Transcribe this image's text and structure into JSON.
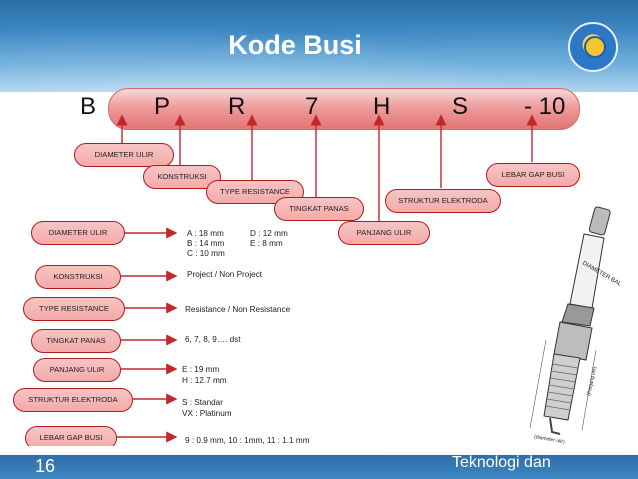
{
  "title": "Kode Busi",
  "code_letters": [
    "B",
    "P",
    "R",
    "7",
    "H",
    "S",
    "- 10"
  ],
  "callouts": {
    "diameter_ulir": "DIAMETER ULIR",
    "konstruksi": "KONSTRUKSI",
    "type_resistance": "TYPE RESISTANCE",
    "tingkat_panas": "TINGKAT PANAS",
    "panjang_ulir": "PANJANG ULIR",
    "struktur_elektroda": "STRUKTUR ELEKTRODA",
    "lebar_gap_busi": "LEBAR GAP BUSI"
  },
  "details": {
    "diameter_ulir": {
      "a": "A : 18 mm",
      "b": "B : 14 mm",
      "c": "C : 10 mm",
      "d": "D : 12 mm",
      "e": "E : 8 mm"
    },
    "konstruksi": "Project / Non Project",
    "type_resistance": "Resistance / Non Resistance",
    "tingkat_panas": "6, 7, 8, 9…. dst",
    "panjang_ulir": {
      "e": "E : 19 mm",
      "h": "H : 12.7 mm"
    },
    "struktur_elektroda": {
      "s": "S   : Standar",
      "vx": "VX : Platinum"
    },
    "lebar_gap_busi": "9 : 0.9 mm, 10 : 1mm, 11 : 1.1 mm"
  },
  "plug_labels": {
    "diameter_badan": "DIAMETER BADAN BUSI",
    "panjang_ulir": "(Panjang ulir)",
    "diameter_ulir": "(diameter ulir)"
  },
  "footer": {
    "page_number": "16",
    "text": "Teknologi dan"
  },
  "colors": {
    "header": "#3b87c2",
    "pill_fill": "#f4aaaa",
    "pill_border": "#b01b1b",
    "arrow": "#c0282b"
  }
}
